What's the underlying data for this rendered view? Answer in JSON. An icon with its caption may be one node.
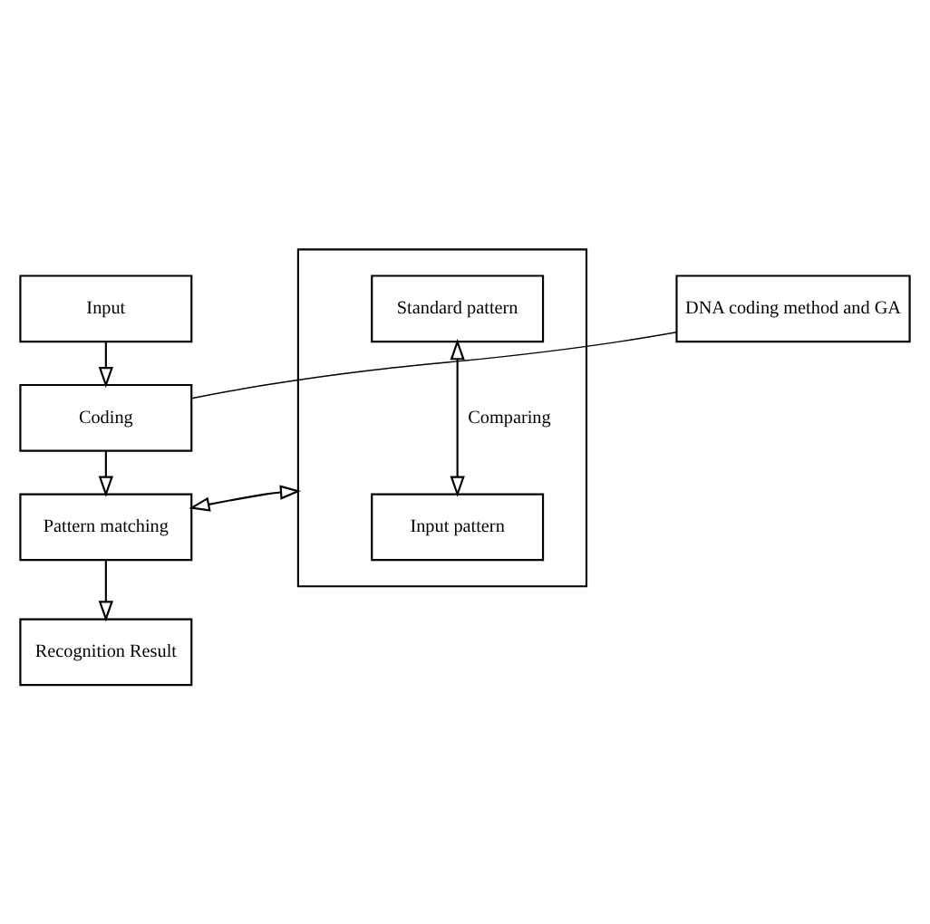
{
  "diagram": {
    "nodes": [
      {
        "text": [
          "Input"
        ]
      },
      {
        "text": [
          "Coding"
        ]
      },
      {
        "text": [
          "Pattern matching"
        ]
      },
      {
        "text": [
          "Recognition Result"
        ]
      },
      {
        "text": [
          "DNA coding method and GA"
        ]
      },
      {
        "text": [],
        "shape": "box"
      },
      {
        "text": [
          "Standard pattern"
        ],
        "in": 5
      },
      {
        "text": [
          "Input pattern"
        ],
        "in": 5
      }
    ],
    "edges": [
      {
        "from": 0,
        "to": 1,
        "arrow": "to"
      },
      {
        "from": 1,
        "to": 2,
        "arrow": "to"
      },
      {
        "from": 2,
        "to": 3,
        "arrow": "to"
      },
      {
        "from": 1,
        "to": 4,
        "arrow": "none"
      },
      {
        "from": 2,
        "to": 5,
        "arrow": "both"
      },
      {
        "from": 6,
        "to": 7,
        "arrow": "both",
        "label": "Comparing"
      }
    ]
  }
}
